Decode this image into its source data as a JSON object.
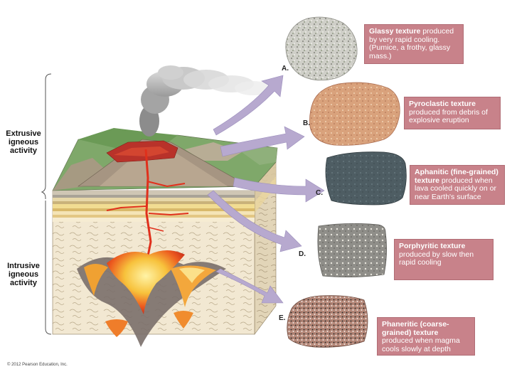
{
  "labels": {
    "extrusive": [
      "Extrusive",
      "igneous",
      "activity"
    ],
    "intrusive": [
      "Intrusive",
      "igneous",
      "activity"
    ]
  },
  "samples": [
    {
      "letter": "A.",
      "bold": "Glassy texture",
      "text": " produced by very rapid cooling. (Pumice, a frothy, glassy mass.)"
    },
    {
      "letter": "B.",
      "bold": "Pyroclastic texture",
      "text": " produced from debris of explosive eruption"
    },
    {
      "letter": "C.",
      "bold": "Aphanitic (fine-grained) texture",
      "text": " produced when lava cooled quickly on or near Earth's surface"
    },
    {
      "letter": "D.",
      "bold": "Porphyritic texture",
      "text": " produced by slow then rapid cooling"
    },
    {
      "letter": "E.",
      "bold": "Phaneritic (coarse-grained) texture",
      "text": " produced when magma cools slowly at depth"
    }
  ],
  "copyright": "© 2012 Pearson Education, Inc.",
  "colors": {
    "caption_bg": "#c8828a",
    "arrow": "#b7a9cf",
    "magma_hot": "#f7d354",
    "magma_red": "#e0301c"
  }
}
